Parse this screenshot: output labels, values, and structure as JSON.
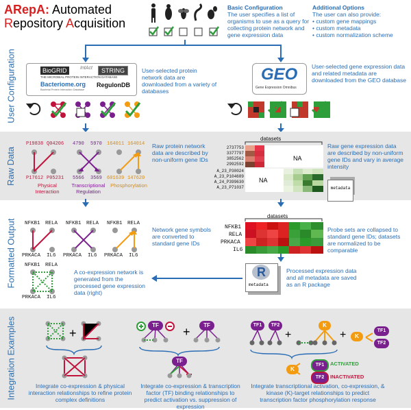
{
  "title": {
    "line1_a": "ARepA:",
    "line1_b": " Automated",
    "line2_a": "R",
    "line2_b": "epository ",
    "line2_c": "A",
    "line2_d": "cquisition"
  },
  "basic_config": {
    "heading": "Basic Configuration",
    "text": "The user specifies a list of organisms to use as a query for collecting protein network and gene expression data"
  },
  "additional_options": {
    "heading": "Additional Options",
    "intro": "The user can also provide:",
    "items": [
      "• custom gene mappings",
      "• custom metadata",
      "• custom normalization scheme"
    ]
  },
  "sections": {
    "user_config": "User Configuration",
    "raw_data": "Raw Data",
    "formatted_output": "Formatted Output",
    "integration": "Integration Examples"
  },
  "databases": {
    "biogrid": "BioGRID",
    "intact": "IntAct",
    "string": "STRING",
    "mpidb": "THE MICROBIAL PROTEIN INTERACTION DATABASE",
    "bacteriome": "Bacteriome.org",
    "bacteriome_sub": "Bacterial Protein Interaction Database",
    "regulonb": "RegulonDB",
    "geo": "GEO",
    "geo_sub": "Gene Expression Omnibus"
  },
  "user_config_left_text": "User-selected protein network data are downloaded from a variety of databases",
  "user_config_right_text": "User-selected gene expression data and related metadata are downloaded from the GEO database",
  "raw_left": {
    "genes_top": [
      "P19838",
      "Q04206",
      "4790",
      "5970",
      "164011",
      "164014"
    ],
    "genes_bottom": [
      "P17612",
      "P05231",
      "5566",
      "3569",
      "601639",
      "147620"
    ],
    "labels": [
      "Physical Interaction",
      "Transcriptional Regulation",
      "Phosphorylation"
    ],
    "text": "Raw protein network data are described by non-uniform gene IDs"
  },
  "raw_right": {
    "datasets_label": "datasets",
    "probes": [
      "2737753",
      "3377797",
      "3852562",
      "2992592",
      "A_23_P30024",
      "A_23_P104689",
      "A_24_P399630",
      "A_23_P71037"
    ],
    "na1": "NA",
    "na2": "NA",
    "metadata": "metadata",
    "text": "Raw gene expression data are described by non-uniform gene IDs and vary in average intensity"
  },
  "formatted_left": {
    "gene_top": [
      "NFKB1",
      "RELA"
    ],
    "gene_bottom": [
      "PRKACA",
      "IL6"
    ],
    "text": "Network gene symbols are converted to standard gene IDs",
    "coexp_text": "A co-expression network is generated from the processed gene expression data (right)"
  },
  "formatted_right": {
    "datasets_label": "datasets",
    "genes": [
      "NFKB1",
      "RELA",
      "PRKACA",
      "IL6"
    ],
    "text": "Probe sets are collapsed to standard gene IDs; datasets are normalized to be comparable",
    "r_letter": "R",
    "metadata": "metadata",
    "package_text": "Processed expression data and all metadata are saved as an R package"
  },
  "integration": {
    "plus": "+",
    "tf": "TF",
    "tf1": "TF1",
    "tf2": "TF2",
    "k": "K",
    "activated": "ACTIVATED",
    "inactivated": "INACTIVATED",
    "text1": "Integrate co-expression & physical interaction relationships to refine protein complex definitions",
    "text2": "Integrate co-expression & transcription factor (TF) binding relationships to predict activation vs. suppression of expression",
    "text3": "Integrate transcriptional activation, co-expression, & kinase (K)-target relationships to predict transcription factor phosphorylation response"
  },
  "colors": {
    "accent_blue": "#2a6db5",
    "red": "#d62020",
    "purple": "#7a1f8e",
    "orange": "#f39c12",
    "green": "#2e9e3a",
    "band_gray": "#e6e6e6"
  }
}
